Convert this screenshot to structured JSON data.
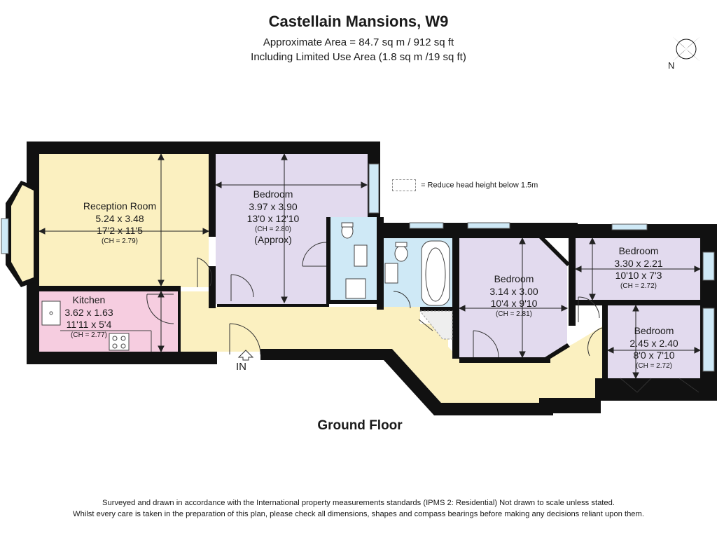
{
  "header": {
    "title": "Castellain Mansions, W9",
    "area_line": "Approximate Area = 84.7 sq m / 912 sq ft",
    "limited_use_line": "Including Limited Use Area (1.8 sq m /19 sq ft)"
  },
  "compass": {
    "north_label": "N"
  },
  "legend": {
    "text": "= Reduce head height below 1.5m"
  },
  "rooms": {
    "reception": {
      "name": "Reception Room",
      "metric": "5.24 x 3.48",
      "imperial": "17'2 x 11'5",
      "ceiling": "(CH = 2.79)"
    },
    "bedroom1": {
      "name": "Bedroom",
      "metric": "3.97 x 3.90",
      "imperial": "13'0 x 12'10",
      "ceiling": "(CH = 2.80)",
      "note": "(Approx)"
    },
    "kitchen": {
      "name": "Kitchen",
      "metric": "3.62 x 1.63",
      "imperial": "11'11 x 5'4",
      "ceiling": "(CH = 2.77)"
    },
    "bedroom2": {
      "name": "Bedroom",
      "metric": "3.14 x 3.00",
      "imperial": "10'4 x 9'10",
      "ceiling": "(CH = 2.81)"
    },
    "bedroom3": {
      "name": "Bedroom",
      "metric": "3.30 x 2.21",
      "imperial": "10'10 x 7'3",
      "ceiling": "(CH = 2.72)"
    },
    "bedroom4": {
      "name": "Bedroom",
      "metric": "2.45 x 2.40",
      "imperial": "8'0 x 7'10",
      "ceiling": "(CH = 2.72)"
    }
  },
  "entrance_label": "IN",
  "floor_label": "Ground Floor",
  "footer": {
    "line1": "Surveyed and drawn in accordance with the International property measurements standards (IPMS 2: Residential) Not drawn to scale unless stated.",
    "line2": "Whilst every care is taken in the preparation of this plan, please check all dimensions, shapes and compass bearings before making any decisions reliant upon them."
  },
  "colors": {
    "reception": "#fbf0c0",
    "hall": "#fbf0c0",
    "bedroom": "#e2daee",
    "kitchen": "#f6cde0",
    "bathroom": "#cfe9f6",
    "wall": "#111111",
    "window": "#cfe9f6"
  }
}
